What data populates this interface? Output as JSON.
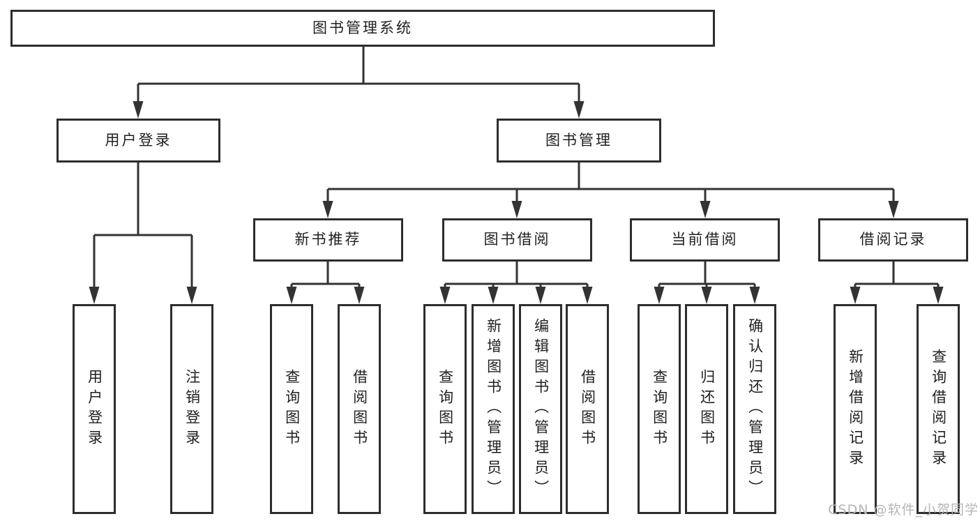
{
  "colors": {
    "line": "#333333",
    "border": "#2d2d2d",
    "text": "#1f1f1f",
    "watermark": "#b5b5b5",
    "background": "#ffffff"
  },
  "watermark": {
    "text": "CSDN @软件_小贺同学"
  },
  "tree": {
    "label": "图书管理系统",
    "children": [
      {
        "label": "用户登录",
        "children": [
          {
            "label": "用户登录"
          },
          {
            "label": "注销登录"
          }
        ]
      },
      {
        "label": "图书管理",
        "children": [
          {
            "label": "新书推荐",
            "children": [
              {
                "label": "查询图书"
              },
              {
                "label": "借阅图书"
              }
            ]
          },
          {
            "label": "图书借阅",
            "children": [
              {
                "label": "查询图书"
              },
              {
                "label": "新增图书（管理员）"
              },
              {
                "label": "编辑图书（管理员）"
              },
              {
                "label": "借阅图书"
              }
            ]
          },
          {
            "label": "当前借阅",
            "children": [
              {
                "label": "查询图书"
              },
              {
                "label": "归还图书"
              },
              {
                "label": "确认归还（管理员）"
              }
            ]
          },
          {
            "label": "借阅记录",
            "children": [
              {
                "label": "新增借阅记录"
              },
              {
                "label": "查询借阅记录"
              }
            ]
          }
        ]
      }
    ]
  }
}
